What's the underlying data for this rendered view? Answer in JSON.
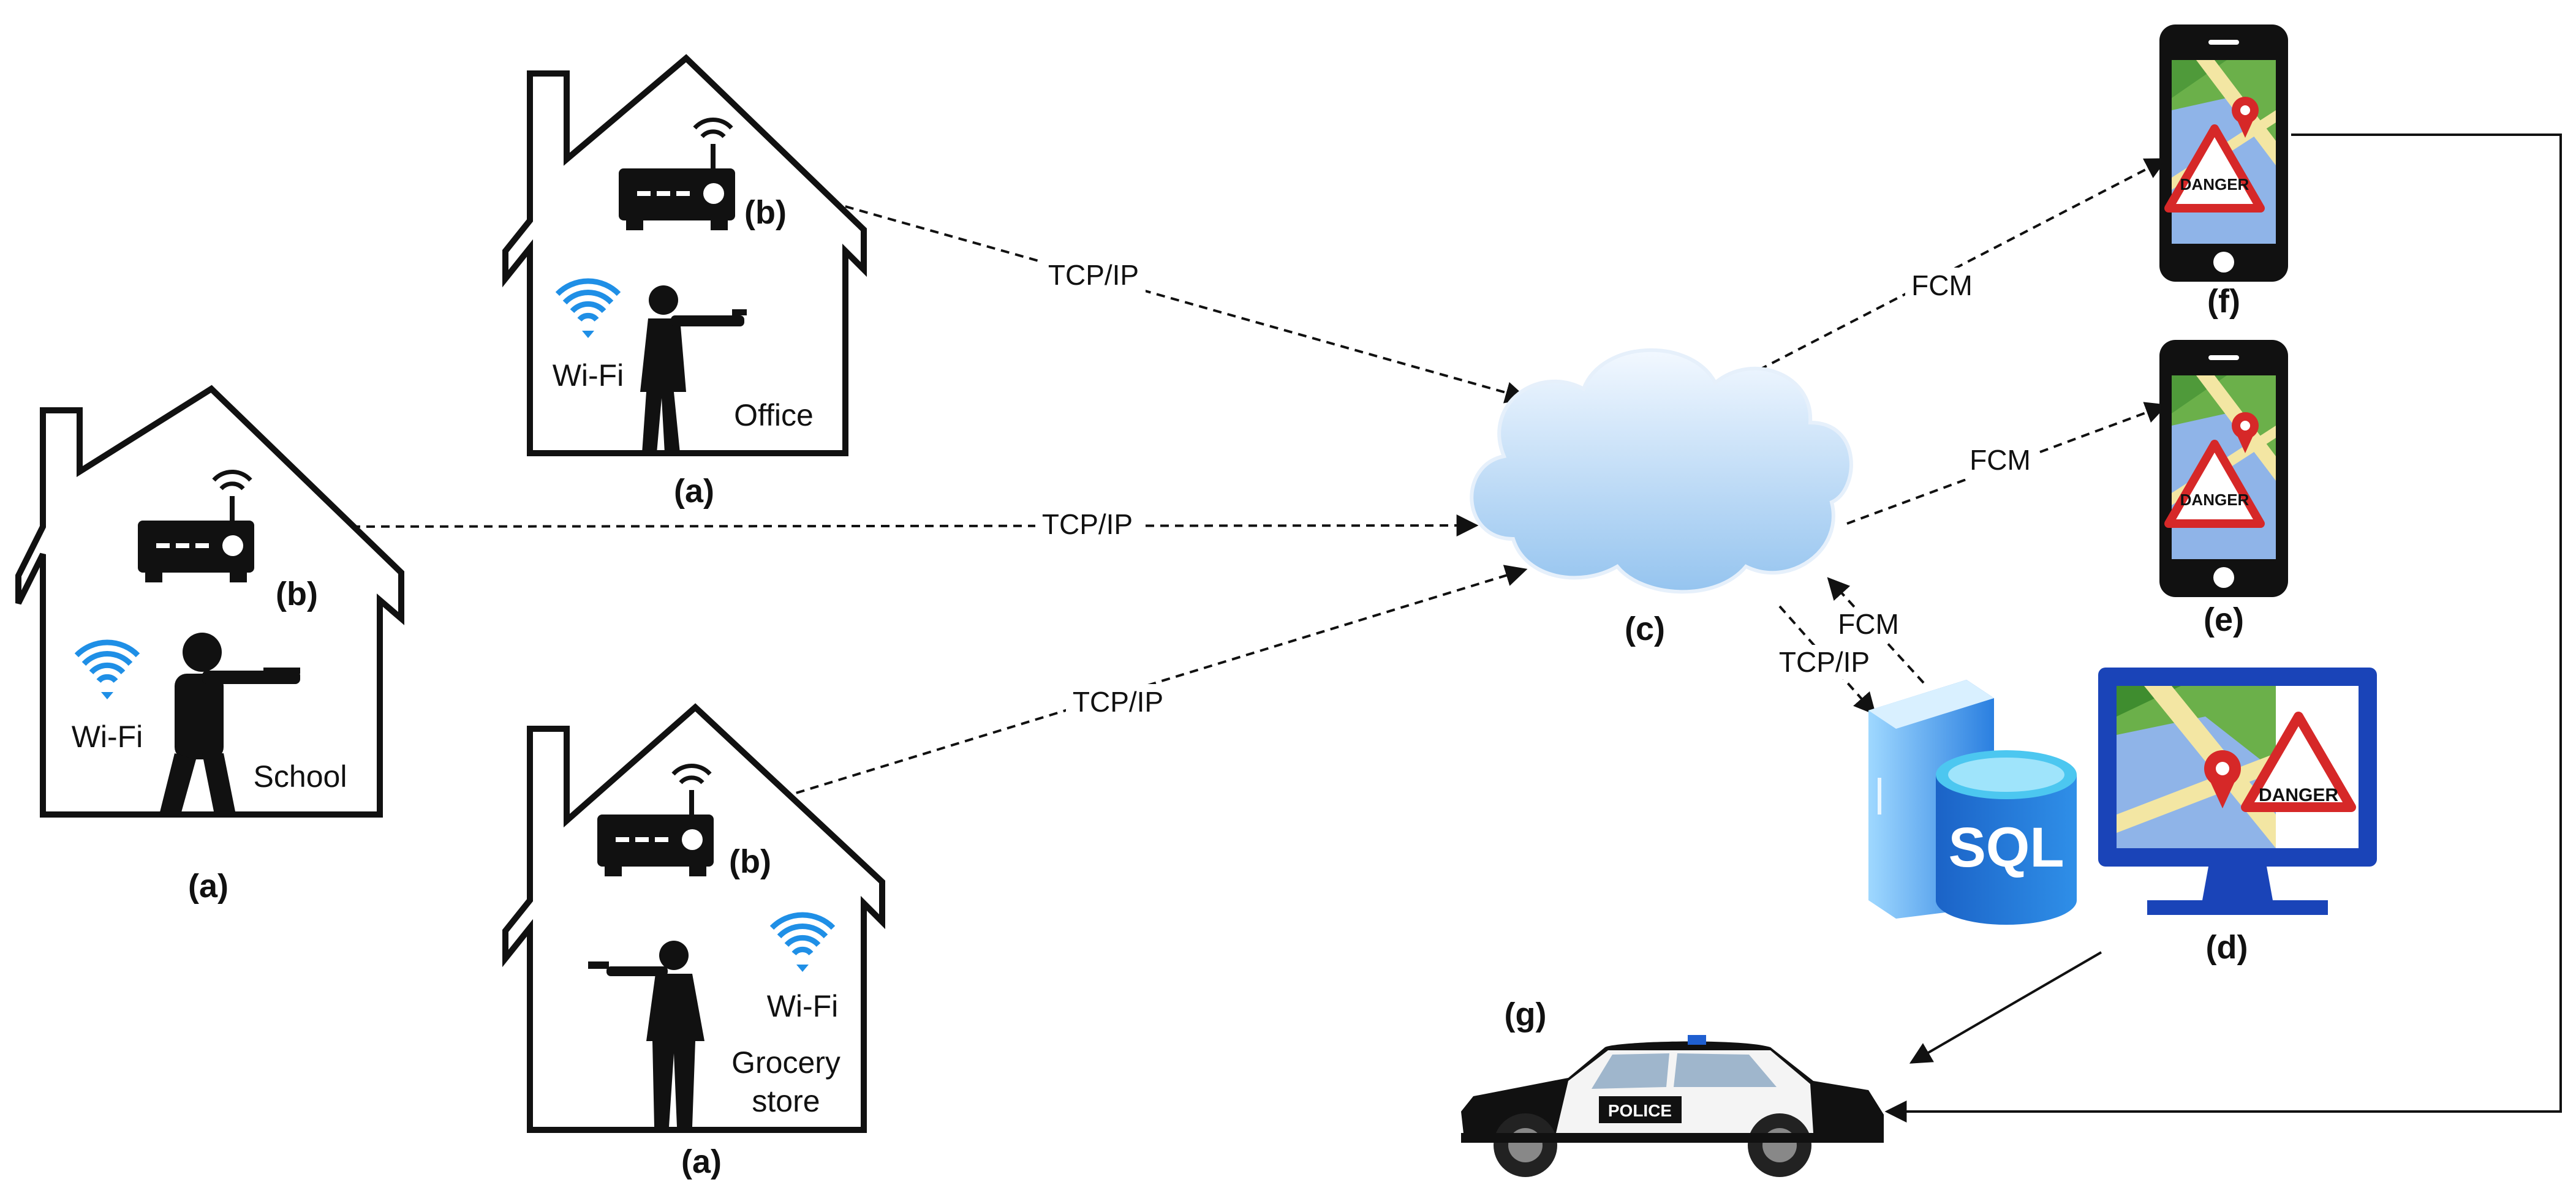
{
  "locations": [
    {
      "id": "school",
      "name": "School",
      "wifi_label": "Wi-Fi",
      "router_tag": "(b)",
      "building_tag": "(a)"
    },
    {
      "id": "office",
      "name": "Office",
      "wifi_label": "Wi-Fi",
      "router_tag": "(b)",
      "building_tag": "(a)"
    },
    {
      "id": "grocery",
      "name_line1": "Grocery",
      "name_line2": "store",
      "wifi_label": "Wi-Fi",
      "router_tag": "(b)",
      "building_tag": "(a)"
    }
  ],
  "cloud": {
    "tag": "(c)"
  },
  "monitor": {
    "tag": "(d)",
    "warning_text": "DANGER"
  },
  "phones": [
    {
      "id": "phone-f",
      "tag": "(f)",
      "warning_text": "DANGER"
    },
    {
      "id": "phone-e",
      "tag": "(e)",
      "warning_text": "DANGER"
    }
  ],
  "database": {
    "text": "SQL"
  },
  "police_car": {
    "tag": "(g)",
    "door_text": "POLICE"
  },
  "connections": {
    "office_to_cloud": "TCP/IP",
    "school_to_cloud": "TCP/IP",
    "grocery_to_cloud": "TCP/IP",
    "cloud_to_phone_f": "FCM",
    "cloud_to_phone_e": "FCM",
    "db_to_cloud": "FCM",
    "cloud_to_db": "TCP/IP"
  },
  "colors": {
    "wifi": "#1f8fe6",
    "cloud_top": "#eef6ff",
    "cloud_bottom": "#9cc9f2",
    "monitor_frame": "#1a44b8",
    "danger_red": "#d62828",
    "map_green": "#6bb04a",
    "map_blue": "#8fb4e8",
    "db_cyan": "#3db6e8",
    "db_blue": "#1e6fd0"
  }
}
